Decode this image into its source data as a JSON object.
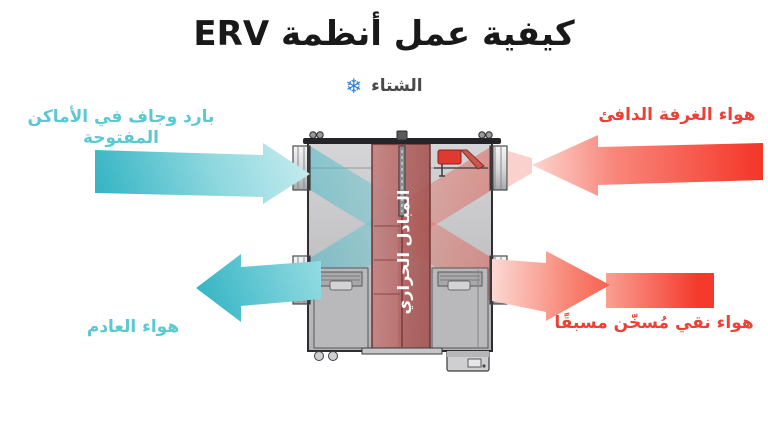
{
  "title": "كيفية عمل أنظمة ERV",
  "season": {
    "label": "الشتاء",
    "icon": "snowflake-icon",
    "icon_glyph": "❄"
  },
  "flows": {
    "outdoor_intake": {
      "label": "بارد وجاف في الأماكن المفتوحة",
      "color": "#5bc8d2",
      "direction": "into-unit-from-left"
    },
    "warm_room_air": {
      "label": "هواء الغرفة الدافئ",
      "color": "#ee4136",
      "direction": "into-unit-from-right"
    },
    "exhaust_air": {
      "label": "هواء العادم",
      "color": "#5bc8d2",
      "direction": "out-to-left"
    },
    "preheated_fresh_air": {
      "label": "هواء نقي مُسخّن مسبقًا",
      "color": "#ee4136",
      "direction": "out-to-right"
    }
  },
  "device": {
    "name": "ERV unit",
    "exchanger_label": "المبادل الحراري"
  },
  "colors": {
    "teal_arrow": "#4fc2ce",
    "red_arrow": "#f43a2b",
    "title_text": "#191919",
    "season_text": "#4a4a4a",
    "snowflake_blue": "#2d7ee0",
    "exchanger_red": "#b05a58",
    "unit_gray": "#c2c2c4"
  }
}
